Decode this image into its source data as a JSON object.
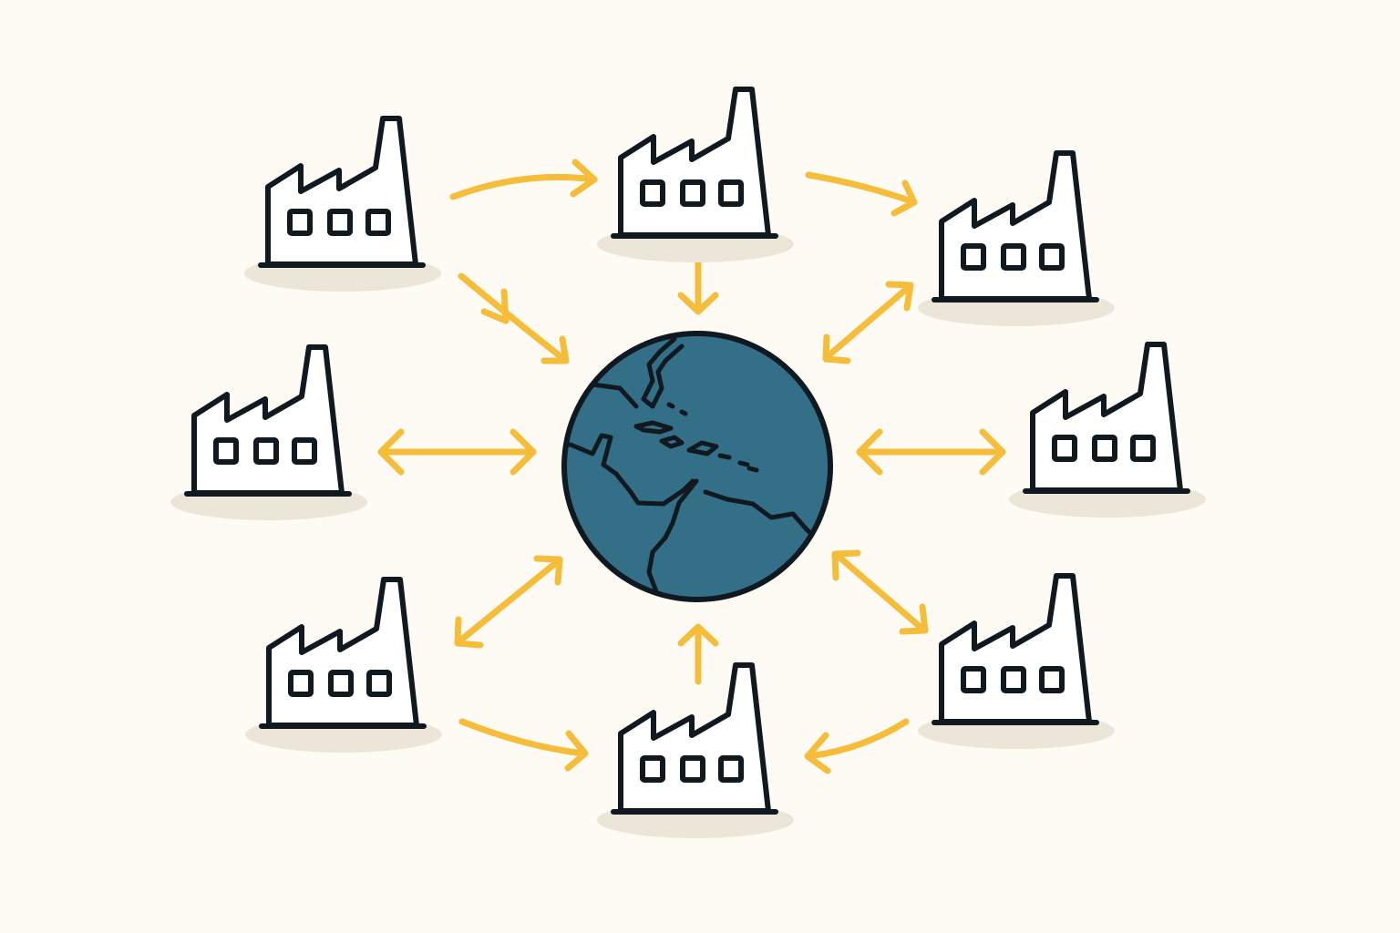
{
  "diagram": {
    "center": {
      "icon": "globe-icon"
    },
    "nodes": [
      {
        "id": "factory-top-left",
        "icon": "factory-icon"
      },
      {
        "id": "factory-top-center",
        "icon": "factory-icon"
      },
      {
        "id": "factory-top-right",
        "icon": "factory-icon"
      },
      {
        "id": "factory-middle-left",
        "icon": "factory-icon"
      },
      {
        "id": "factory-middle-right",
        "icon": "factory-icon"
      },
      {
        "id": "factory-bottom-left",
        "icon": "factory-icon"
      },
      {
        "id": "factory-bottom-center",
        "icon": "factory-icon"
      },
      {
        "id": "factory-bottom-right",
        "icon": "factory-icon"
      }
    ]
  },
  "colors": {
    "background": "#fdfbf4",
    "arrow": "#f6bd3a",
    "outline": "#101820",
    "globe_ocean": "#346f88",
    "factory_fill": "#ffffff",
    "shadow": "#ece6d8"
  }
}
